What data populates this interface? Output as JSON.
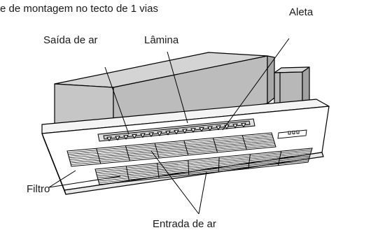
{
  "diagram": {
    "title": "e de montagem no tecto de 1 vias",
    "labels": {
      "aleta": "Aleta",
      "saida_de_ar": "Saída de ar",
      "lamina": "Lâmina",
      "filtro": "Filtro",
      "entrada_de_ar": "Entrada de ar"
    }
  }
}
